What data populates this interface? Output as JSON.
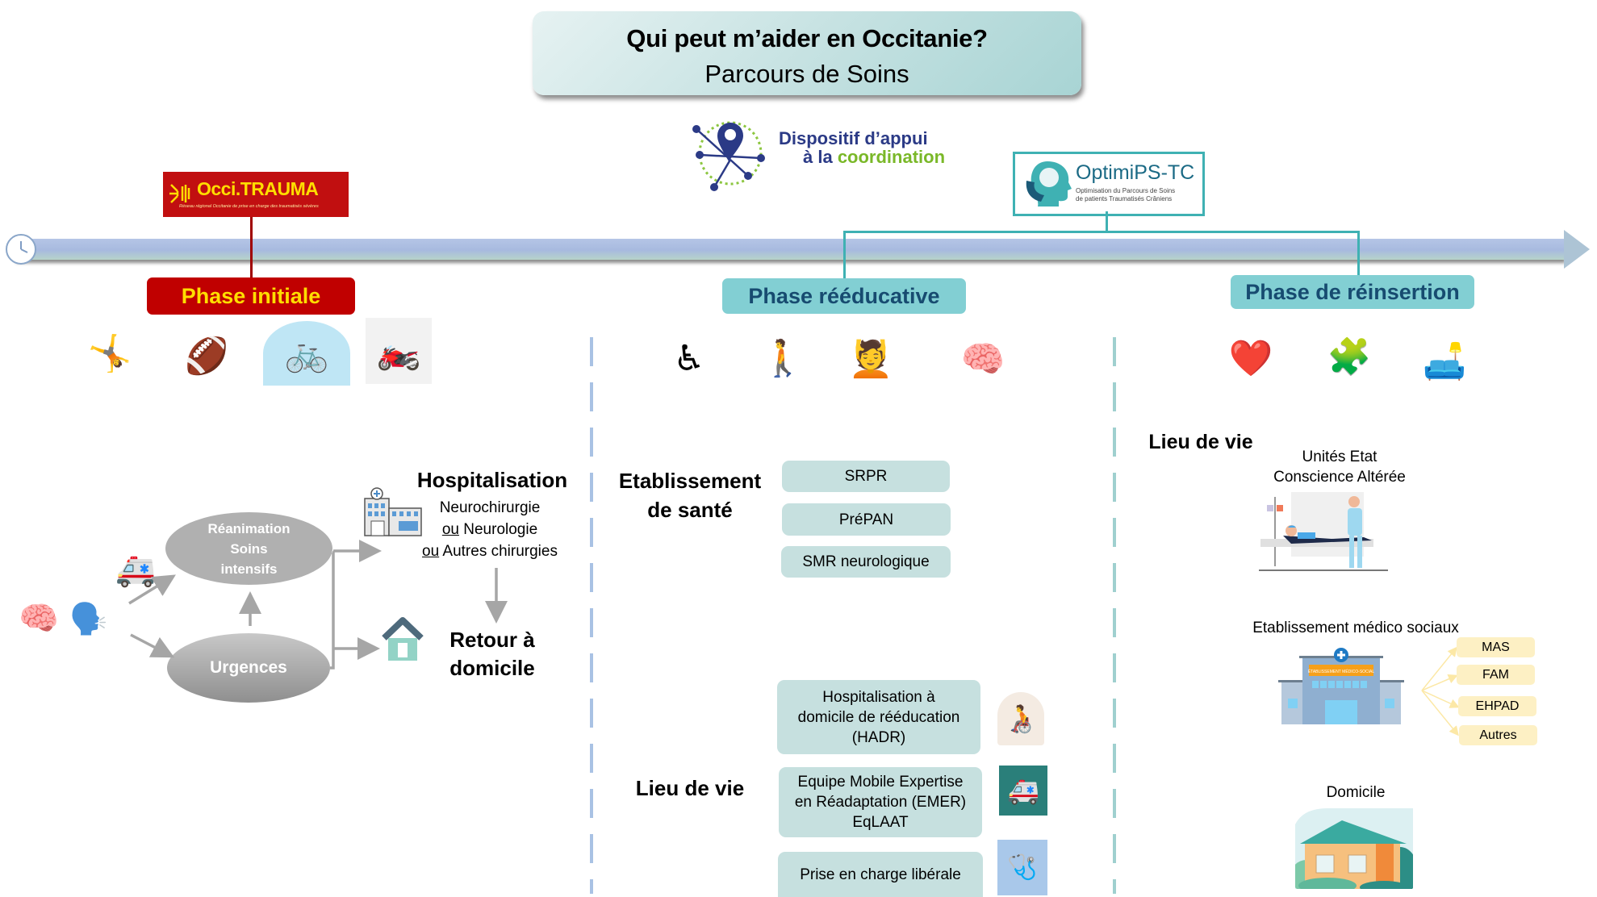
{
  "header": {
    "title": "Qui peut m’aider en Occitanie?",
    "subtitle": "Parcours de Soins"
  },
  "logos": {
    "dac": {
      "line1": "Dispositif d’appui",
      "line2_prefix": "à la ",
      "line2_highlight": "coordination"
    },
    "optimips": {
      "name": "OptimiPS-TC",
      "tagline_line1": "Optimisation du Parcours de Soins",
      "tagline_line2": "de patients Traumatisés Crâniens"
    },
    "occitrauma": {
      "name": "Occi.TRAUMA",
      "tagline": "Réseau régional Occitanie de prise en charge des traumatisés sévères"
    }
  },
  "colors": {
    "phase_initiale_bg": "#c00000",
    "phase_initiale_text": "#ffde00",
    "phase_teal_bg": "#82cfd3",
    "phase_teal_text": "#174b70",
    "box_teal": "#c6e0df",
    "box_yellow": "#fdf0c4",
    "connector_teal": "#3fb1b3",
    "connector_red": "#a00000"
  },
  "phases": [
    {
      "label": "Phase initiale",
      "illustrations": [
        "person-falling-icon",
        "football-tackle-icon",
        "bicycle-accident-icon",
        "motorcycle-accident-icon"
      ],
      "flow": {
        "start_icons": [
          "head-injury-icon",
          "whiplash-icon",
          "ambulance-icon"
        ],
        "nodes": {
          "reanimation": [
            "Réanimation",
            "Soins",
            "intensifs"
          ],
          "urgences": "Urgences"
        },
        "hospitalisation": {
          "title": "Hospitalisation",
          "line1": "Neurochirurgie",
          "line2_ou": "ou",
          "line2": " Neurologie",
          "line3_ou": "ou",
          "line3": " Autres chirurgies"
        },
        "retour": {
          "line1": "Retour à",
          "line2": "domicile"
        }
      }
    },
    {
      "label": "Phase rééducative",
      "illustrations": [
        "wheelchair-bike-icon",
        "treadmill-rehab-icon",
        "physiotherapy-icon",
        "psychotherapy-icon"
      ],
      "etablissement": {
        "heading_line1": "Etablissement",
        "heading_line2": "de santé",
        "items": [
          "SRPR",
          "PréPAN",
          "SMR neurologique"
        ]
      },
      "lieu_de_vie": {
        "heading": "Lieu de vie",
        "items": [
          {
            "lines": [
              "Hospitalisation à",
              "domicile de rééducation",
              "(HADR)"
            ],
            "icon": "home-care-icon"
          },
          {
            "lines": [
              "Equipe Mobile Expertise",
              "en Réadaptation (EMER)",
              "EqLAAT"
            ],
            "icon": "mobile-team-icon"
          },
          {
            "lines": [
              "Prise en charge libérale"
            ],
            "icon": "liberal-care-icon"
          }
        ]
      }
    },
    {
      "label": "Phase de réinsertion",
      "illustrations": [
        "care-team-icon",
        "puzzle-inclusion-icon",
        "social-activity-icon"
      ],
      "lieu_de_vie": {
        "heading": "Lieu de vie",
        "unites": {
          "line1": "Unités Etat",
          "line2": "Conscience Altérée"
        },
        "medico_sociaux": {
          "label": "Etablissement médico sociaux",
          "building_sign": "ÉTABLISSEMENT MÉDICO-SOCIAL",
          "items": [
            "MAS",
            "FAM",
            "EHPAD",
            "Autres"
          ]
        },
        "domicile": "Domicile"
      }
    }
  ]
}
